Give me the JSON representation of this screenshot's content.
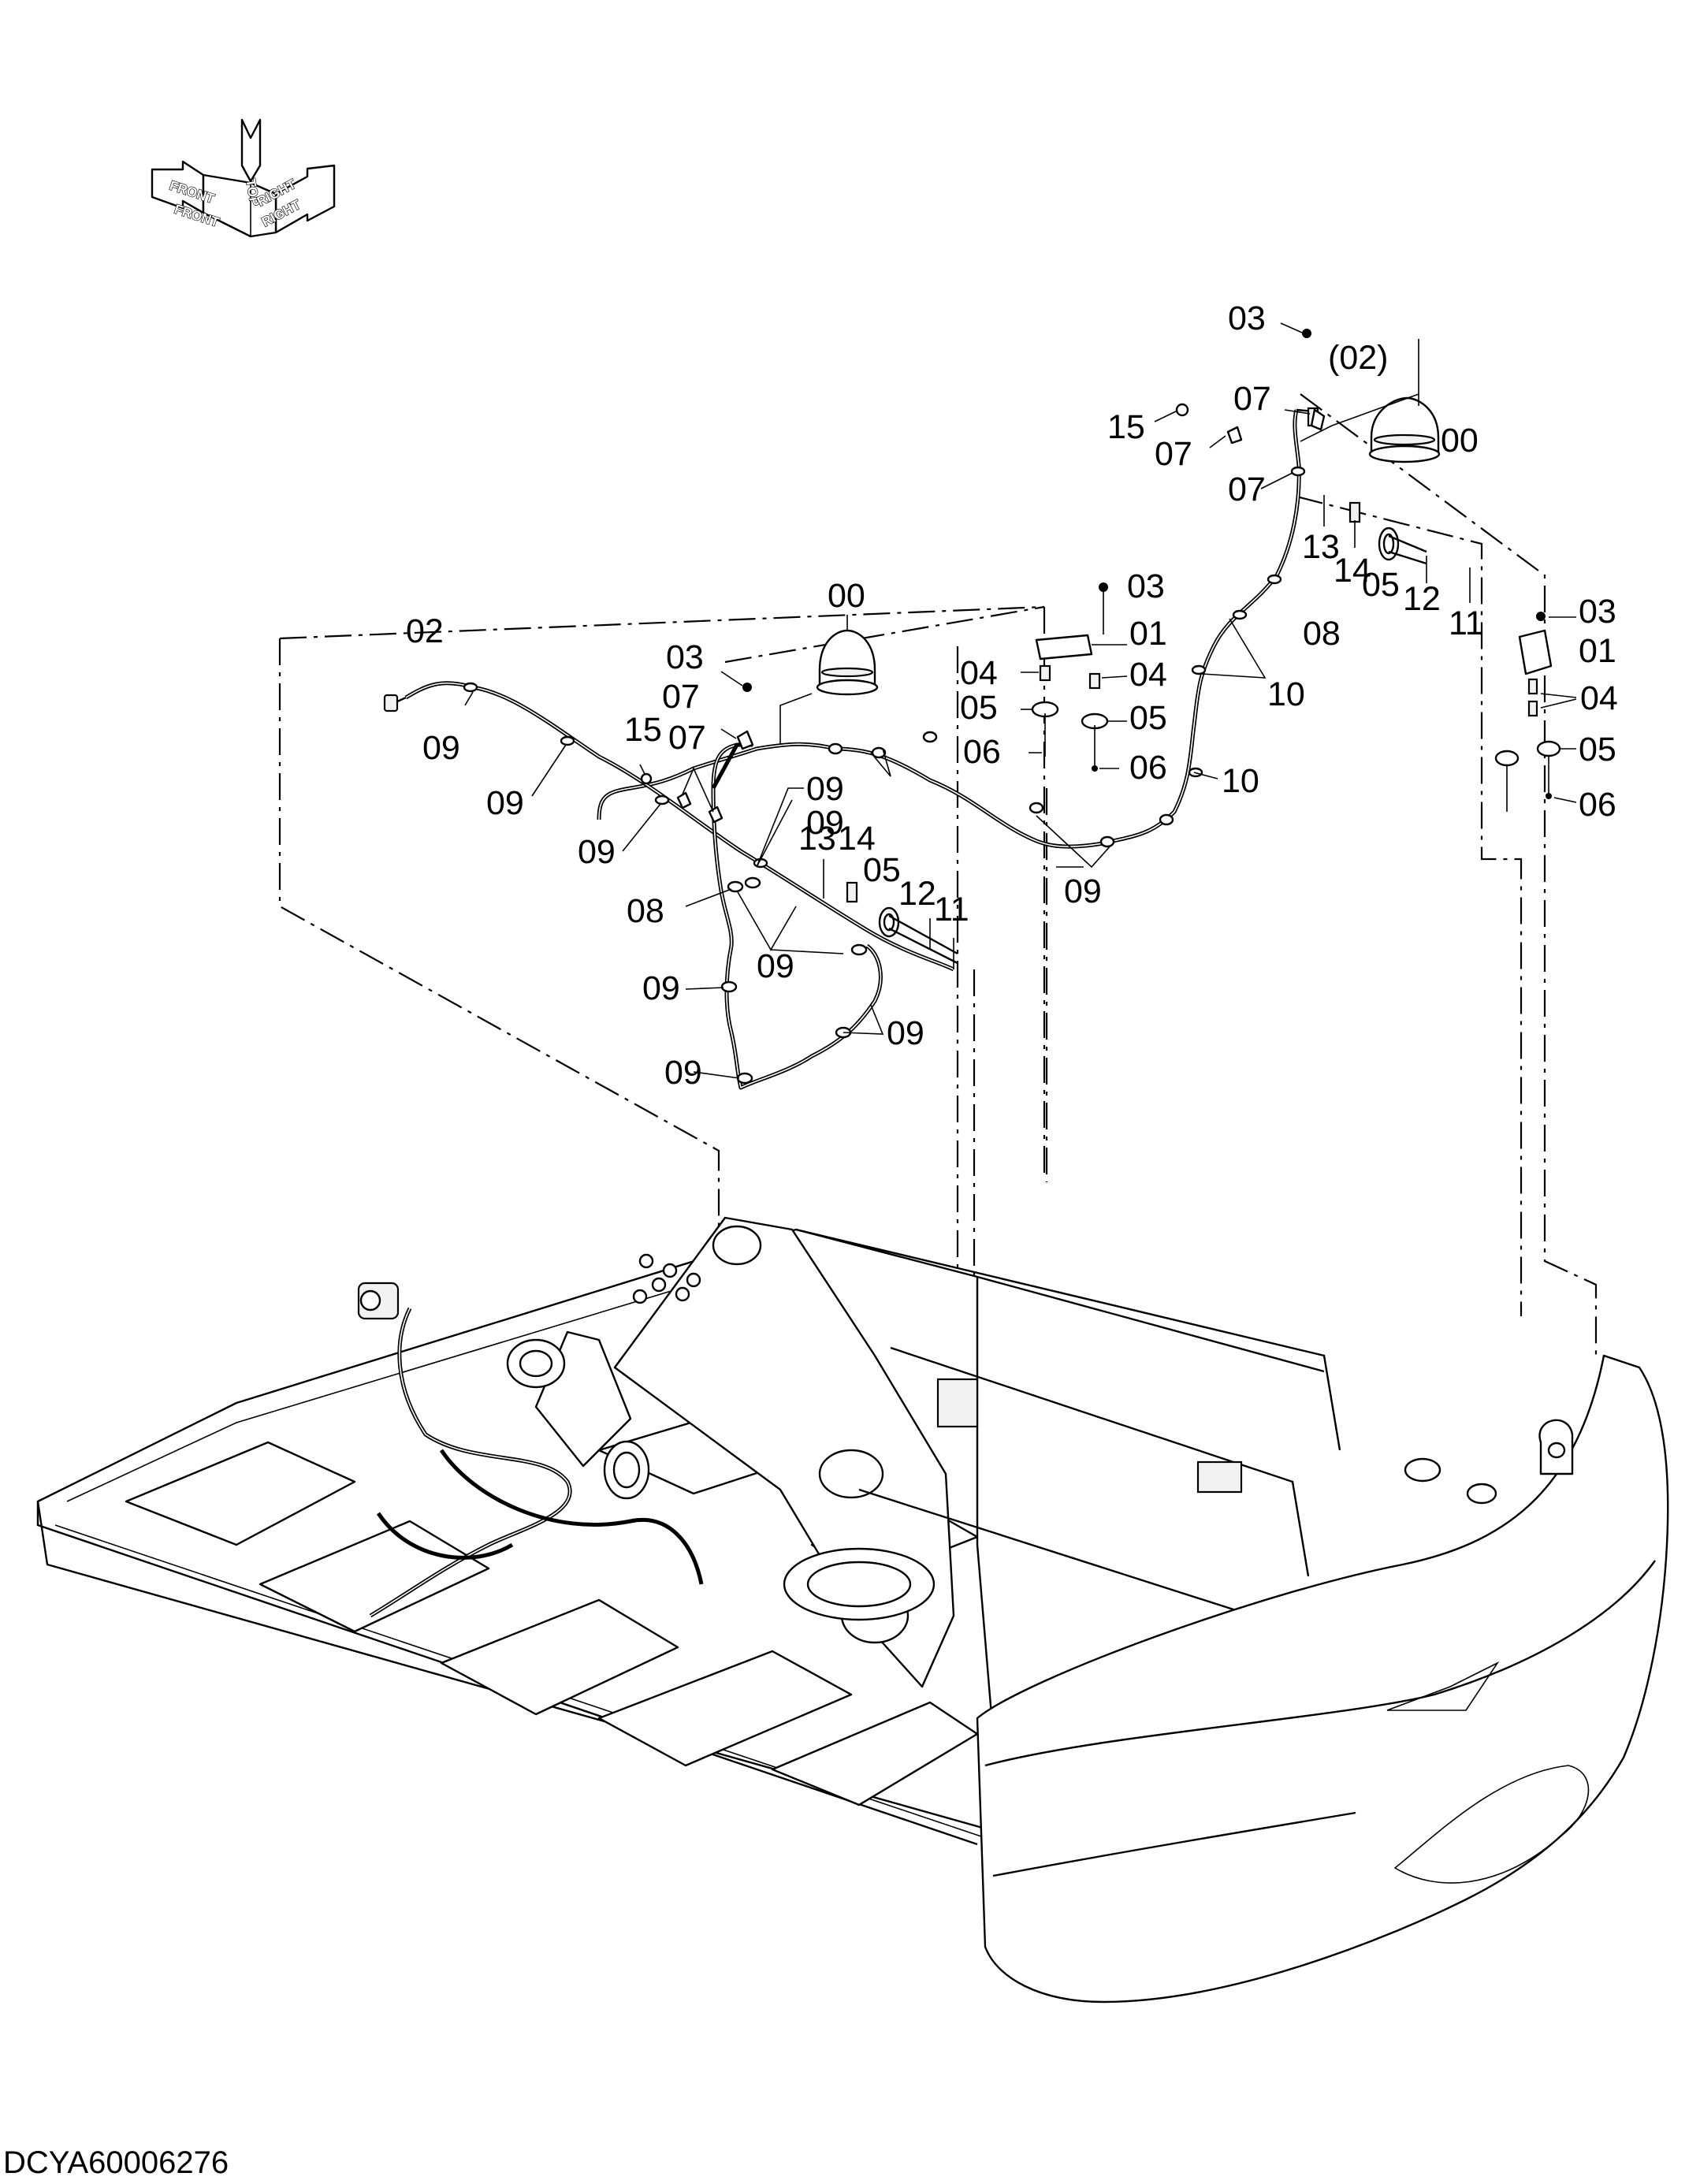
{
  "orientation_icon": {
    "labels": [
      "FRONT",
      "TOP",
      "RIGHT",
      "FRONT",
      "RIGHT"
    ]
  },
  "callouts": {
    "lamp_right": "00",
    "cap_right": "(02)",
    "screw_03_top": "03",
    "clip_07_top": "07",
    "nut_15_top": "15",
    "clip_07_mid": "07",
    "clip_07_low": "07",
    "clamp_13_right": "13",
    "grommet_14_right": "14",
    "seal_05_right": "05",
    "tube_12_right": "12",
    "hose_11_right": "11",
    "harness_08_right": "08",
    "tie_10_upper": "10",
    "tie_10_lower": "10",
    "screw_03_right": "03",
    "bracket_01_right": "01",
    "spacer_04_right": "04",
    "seal_05_far_right": "05",
    "bolt_06_right": "06",
    "screw_03_center": "03",
    "bracket_01_center": "01",
    "spacer_04_center_a": "04",
    "spacer_04_center_b": "04",
    "seal_05_center_a": "05",
    "seal_05_center_b": "05",
    "bolt_06_center_a": "06",
    "bolt_06_center_b": "06",
    "tie_09_center_cluster": "09",
    "lamp_left": "00",
    "screw_03_left": "03",
    "clip_07_left_a": "07",
    "clip_07_left_b": "07",
    "nut_15_left": "15",
    "harness_02_left": "02",
    "tie_09_a": "09",
    "tie_09_b": "09",
    "tie_09_c": "09",
    "tie_09_d": "09",
    "clamp_13_left": "13",
    "grommet_14_left": "14",
    "seal_05_left": "05",
    "tube_12_left": "12",
    "hose_11_left": "11",
    "harness_08_left": "08",
    "tie_09_e": "09",
    "tie_09_f": "09",
    "tie_09_g": "09",
    "tie_09_h": "09",
    "tie_09_i": "09"
  },
  "document_code": "DCYA60006276"
}
